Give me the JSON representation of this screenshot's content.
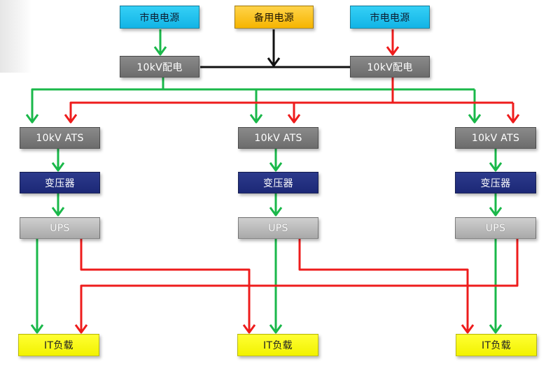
{
  "nodes": {
    "mains_left": "市电电源",
    "backup": "备用电源",
    "mains_right": "市电电源",
    "dist_left": "10kV配电",
    "dist_right": "10kV配电",
    "chains": [
      {
        "ats": "10kV ATS",
        "transformer": "变压器",
        "ups": "UPS",
        "load": "IT负载"
      },
      {
        "ats": "10kV ATS",
        "transformer": "变压器",
        "ups": "UPS",
        "load": "IT负载"
      },
      {
        "ats": "10kV ATS",
        "transformer": "变压器",
        "ups": "UPS",
        "load": "IT负载"
      }
    ]
  },
  "colors": {
    "green_path": "#1ab84a",
    "red_path": "#ee1c1c",
    "backup_path": "#111111",
    "mains_fill": "#22c4ee",
    "backup_fill": "#fcc312",
    "distribution_fill": "#777777",
    "transformer_fill": "#1f2d7e",
    "ups_fill": "#bcbcbc",
    "load_fill": "#ffff1a"
  }
}
